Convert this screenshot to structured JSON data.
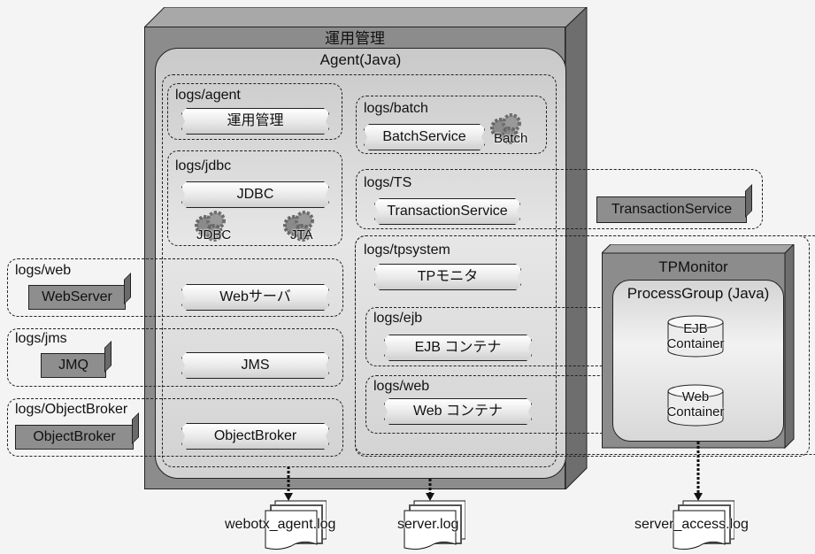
{
  "management": {
    "title": "運用管理",
    "agent_title": "Agent(Java)"
  },
  "log_groups": {
    "agent": {
      "label": "logs/agent",
      "component": "運用管理"
    },
    "jdbc": {
      "label": "logs/jdbc",
      "component": "JDBC",
      "icons": [
        "JDBC",
        "JTA"
      ]
    },
    "batch": {
      "label": "logs/batch",
      "component": "BatchService",
      "icon": "Batch"
    },
    "ts": {
      "label": "logs/TS",
      "component": "TransactionService",
      "external": "TransactionService"
    },
    "web": {
      "label": "logs/web",
      "component": "Webサーバ",
      "external": "WebServer"
    },
    "jms": {
      "label": "logs/jms",
      "component": "JMS",
      "external": "JMQ"
    },
    "objectbroker": {
      "label": "logs/ObjectBroker",
      "component": "ObjectBroker",
      "external": "ObjectBroker"
    },
    "tpsystem": {
      "label": "logs/tpsystem",
      "component": "TPモニタ"
    },
    "ejb": {
      "label": "logs/ejb",
      "component": "EJB コンテナ"
    },
    "webcontainer": {
      "label": "logs/web",
      "component": "Web コンテナ"
    }
  },
  "tpmonitor": {
    "title": "TPMonitor",
    "process_group": "ProcessGroup (Java)",
    "ejb_container": [
      "EJB",
      "Container"
    ],
    "web_container": [
      "Web",
      "Container"
    ]
  },
  "log_files": [
    "webotx_agent.log",
    "server.log",
    "server_access.log"
  ]
}
